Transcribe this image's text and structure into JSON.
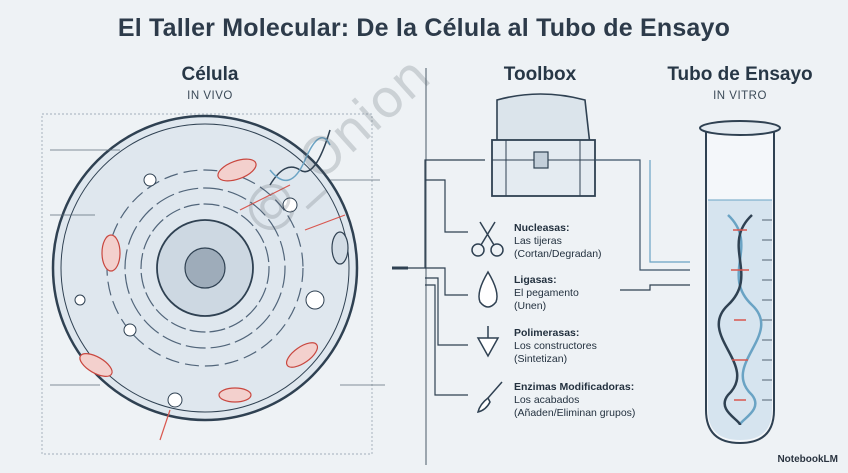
{
  "title": "El Taller Molecular: De la Célula al Tubo de Ensayo",
  "columns": {
    "cell": {
      "title": "Célula",
      "subtitle": "IN VIVO"
    },
    "toolbox": {
      "title": "Toolbox"
    },
    "tube": {
      "title": "Tubo de Ensayo",
      "subtitle": "IN VITRO"
    }
  },
  "tools": [
    {
      "name": "Nucleasas:",
      "line1": "Las tijeras",
      "line2": "(Cortan/Degradan)",
      "icon": "scissors-icon"
    },
    {
      "name": "Ligasas:",
      "line1": "El pegamento",
      "line2": "(Unen)",
      "icon": "glue-drop-icon"
    },
    {
      "name": "Polimerasas:",
      "line1": "Los constructores",
      "line2": "(Sintetizan)",
      "icon": "trowel-icon"
    },
    {
      "name": "Enzimas Modificadoras:",
      "line1": "Los acabados",
      "line2": "(Añaden/Eliminan grupos)",
      "icon": "paintbrush-icon"
    }
  ],
  "watermark": "@_Onion",
  "brand": "NotebookLM",
  "colors": {
    "line": "#3a5166",
    "accent_red": "#d9574f",
    "accent_blue": "#6aa3c4"
  }
}
